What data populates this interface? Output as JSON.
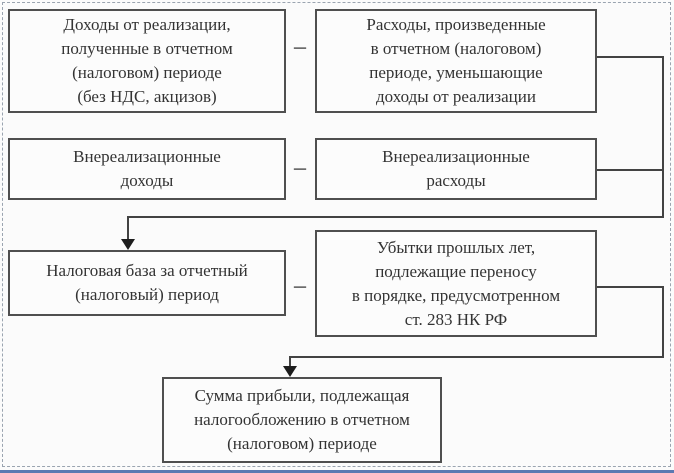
{
  "diagram": {
    "description": "Scheme of corporate profit tax base calculation",
    "boxes": {
      "sales_revenue": "Доходы от реализации,\nполученные в отчетном\n(налоговом) периоде\n(без НДС, акцизов)",
      "sales_expenses": "Расходы, произведенные\nв отчетном (налоговом)\nпериоде, уменьшающие\nдоходы от реализации",
      "non_sales_income": "Внереализационные\nдоходы",
      "non_sales_expenses": "Внереализационные\nрасходы",
      "tax_base": "Налоговая база за отчетный\n(налоговый) период",
      "past_losses": "Убытки прошлых лет,\nподлежащие переносу\nв порядке, предусмотренном\nст. 283 НК РФ",
      "taxable_profit": "Сумма прибыли, подлежащая\nналогообложению в отчетном\n(налоговом) периоде"
    },
    "operators": {
      "minus_row1": "–",
      "minus_row2": "–",
      "minus_row3": "–"
    },
    "colors": {
      "box_border": "#4f4f4f",
      "text": "#333333",
      "connector": "#434343",
      "selection_dash": "#9aa4b0",
      "bottom_rule": "#5b79b2",
      "background": "#fbfbfb"
    }
  }
}
